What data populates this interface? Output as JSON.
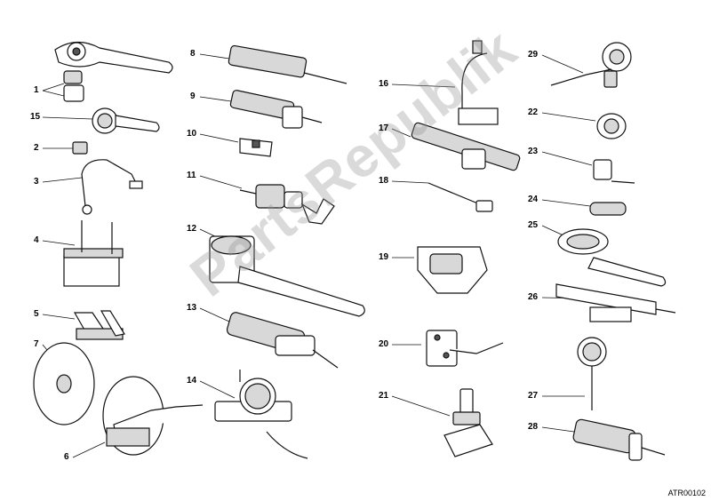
{
  "title": "",
  "watermark_text": "PartsRepublik",
  "catalog_code": "ATR00102",
  "callouts": [
    "1",
    "2",
    "3",
    "4",
    "5",
    "6",
    "7",
    "8",
    "9",
    "10",
    "11",
    "12",
    "13",
    "14",
    "15",
    "16",
    "17",
    "18",
    "19",
    "20",
    "21",
    "22",
    "23",
    "24",
    "25",
    "26",
    "27",
    "28",
    "29"
  ]
}
